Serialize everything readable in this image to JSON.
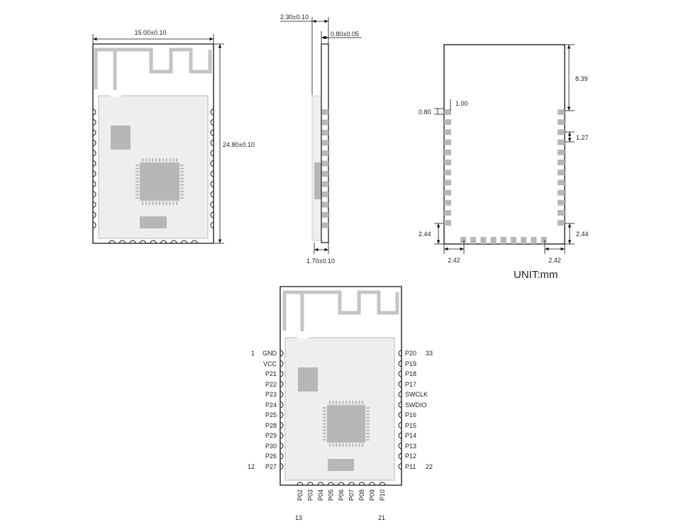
{
  "dims": {
    "width": "15.00±0.10",
    "height": "24.80±0.10",
    "thickness": "2.30±0.10",
    "pcb": "0.80±0.05",
    "side_bottom": "1.70±0.10",
    "top_gap": "8.39",
    "pad_w": "1.00",
    "pad_h": "0.80",
    "pitch": "1.27",
    "edge_left": "2.44",
    "edge_right": "2.44",
    "bottom_left": "2.42",
    "bottom_right": "2.42"
  },
  "unit": "UNIT:mm",
  "pins": {
    "left": [
      "GND",
      "VCC",
      "P21",
      "P22",
      "P23",
      "P24",
      "P25",
      "P28",
      "P29",
      "P30",
      "P26",
      "P27"
    ],
    "right": [
      "P20",
      "P19",
      "P18",
      "P17",
      "SWCLK",
      "SWDIO",
      "P16",
      "P15",
      "P14",
      "P13",
      "P12",
      "P11"
    ],
    "bottom": [
      "P02",
      "P03",
      "P04",
      "P05",
      "P06",
      "P07",
      "P08",
      "P09",
      "P10"
    ],
    "num_left_first": "1",
    "num_left_last": "12",
    "num_right_first": "33",
    "num_right_last": "22",
    "num_bottom_first": "13",
    "num_bottom_last": "21"
  }
}
